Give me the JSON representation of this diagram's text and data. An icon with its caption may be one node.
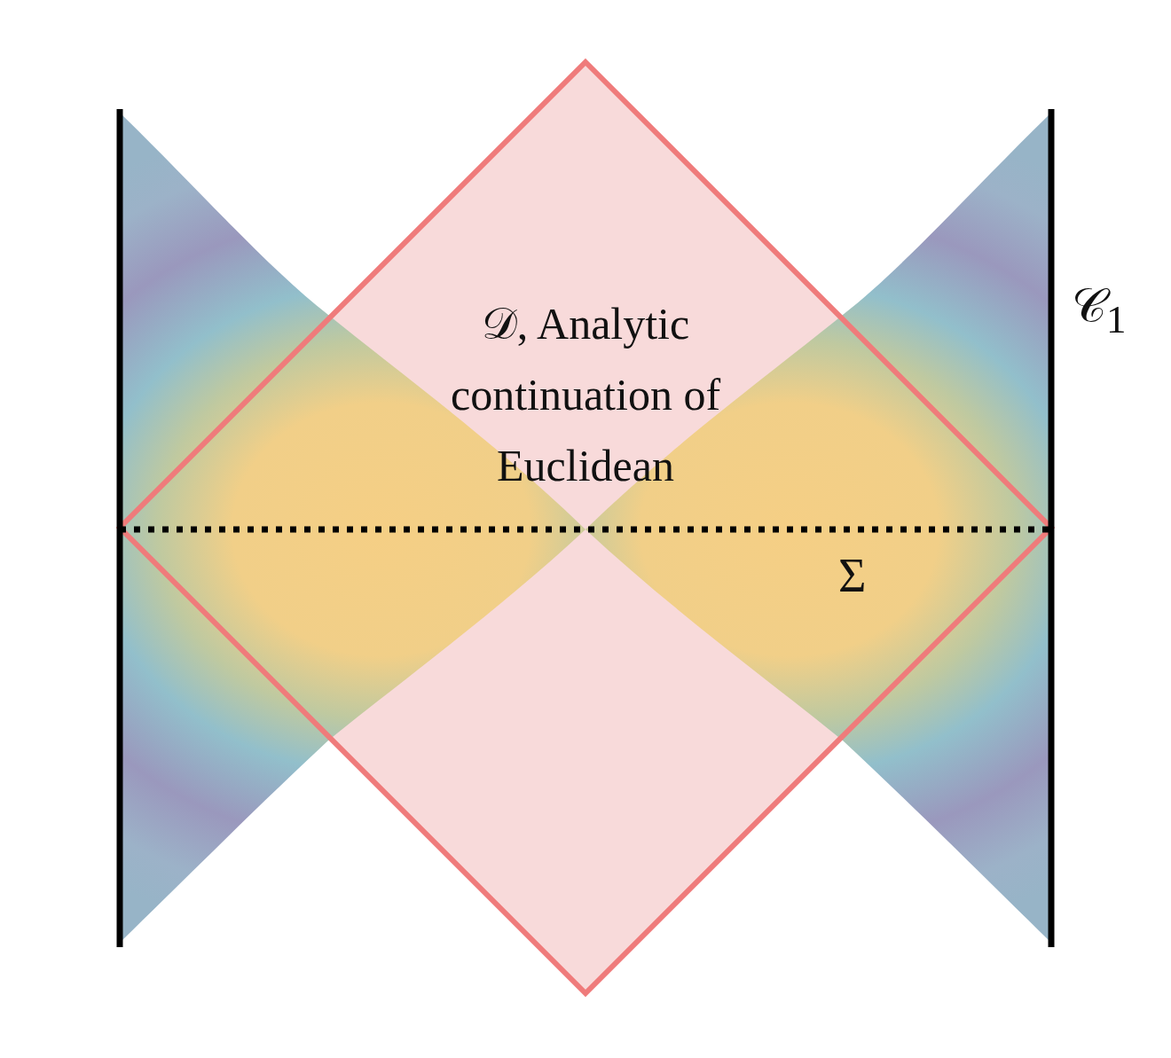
{
  "diagram": {
    "nodes": [
      {
        "text": [
          "𝒟, Analytic continuation of Euclidean"
        ]
      }
    ],
    "edges": [],
    "labels": [
      "𝒞$_{1}$",
      "Σ"
    ]
  }
}
